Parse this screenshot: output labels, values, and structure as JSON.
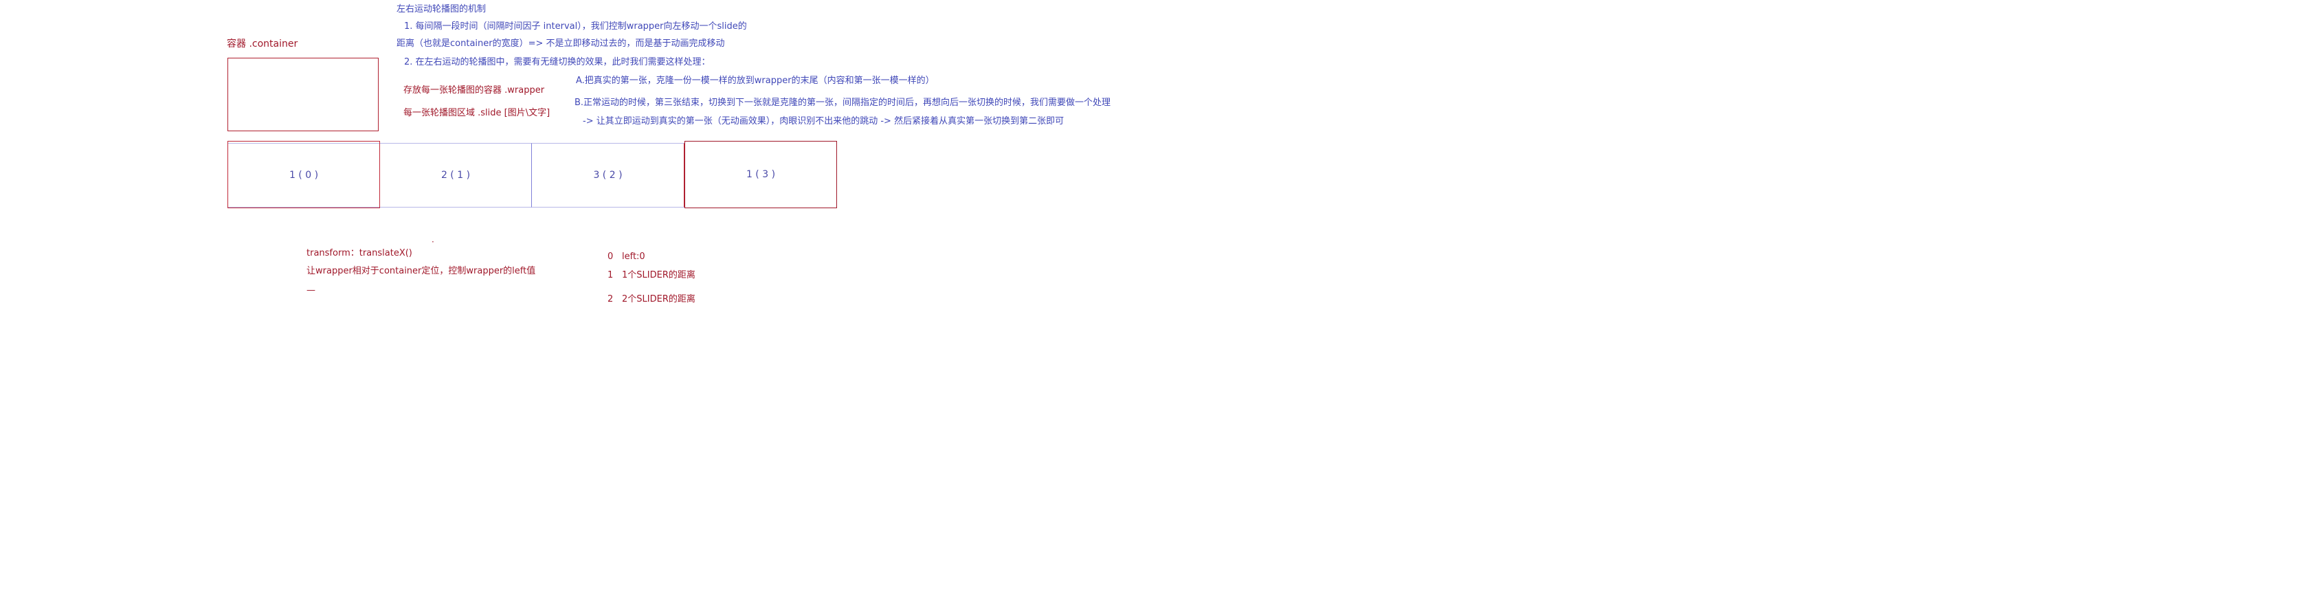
{
  "notes": {
    "title": "左右运动轮播图的机制",
    "step1_line1": "1. 每间隔一段时间（间隔时间因子 interval），我们控制wrapper向左移动一个slide的",
    "step1_line2": "距离（也就是container的宽度）=> 不是立即移动过去的，而是基于动画完成移动",
    "step2": "2. 在左右运动的轮播图中，需要有无缝切换的效果，此时我们需要这样处理：",
    "step2_a": "A.把真实的第一张，克隆一份一模一样的放到wrapper的末尾（内容和第一张一模一样的）",
    "step2_b_line1": "B.正常运动的时候，第三张结束，切换到下一张就是克隆的第一张，间隔指定的时间后，再想向后一张切换的时候，我们需要做一个处理",
    "step2_b_line2": "-> 让其立即运动到真实的第一张（无动画效果），肉眼识别不出来他的跳动 -> 然后紧接着从真实第一张切换到第二张即可"
  },
  "labels": {
    "container": "容器 .container",
    "wrapper": "存放每一张轮播图的容器 .wrapper",
    "slide": "每一张轮播图区域 .slide [图片\\文字]"
  },
  "slides": [
    {
      "label": "1 ( 0 )"
    },
    {
      "label": "2 ( 1 )"
    },
    {
      "label": "3 ( 2 )"
    },
    {
      "label": "1 ( 3 )"
    }
  ],
  "transform": {
    "line1": "transform：translateX()",
    "line2": "让wrapper相对于container定位，控制wrapper的left值",
    "dash": "—"
  },
  "positions": [
    {
      "index": "0",
      "desc": "left:0"
    },
    {
      "index": "1",
      "desc": "1个SLIDER的距离"
    },
    {
      "index": "2",
      "desc": "2个SLIDER的距离"
    }
  ],
  "colors": {
    "blue": "#4048b8",
    "red": "#a0182a",
    "slide_border": "#8080d8"
  }
}
